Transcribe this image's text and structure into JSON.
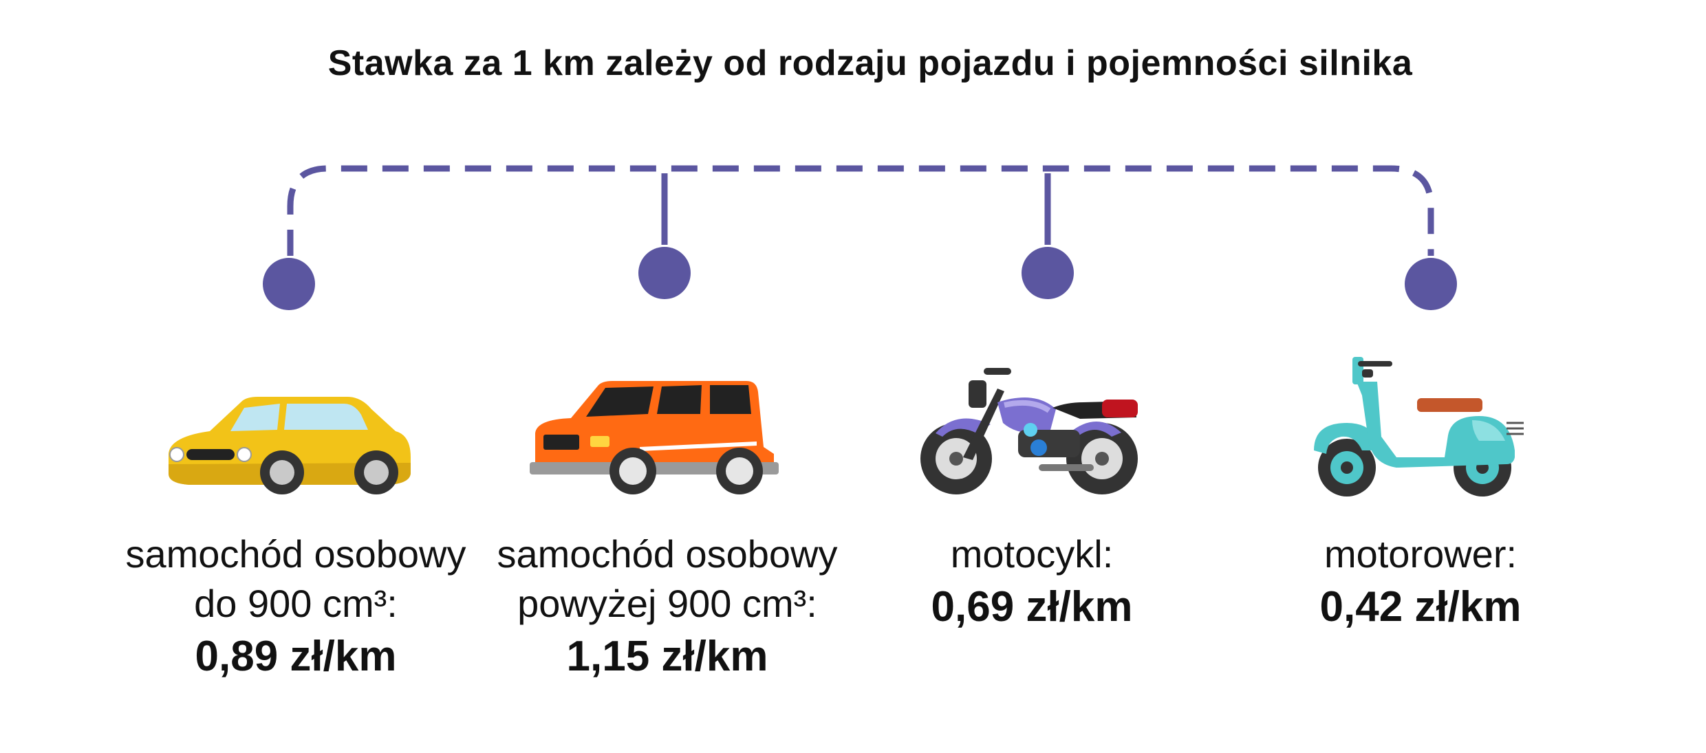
{
  "title": "Stawka za 1 km zależy od rodzaju pojazdu i pojemności silnika",
  "accent_color": "#5b56a0",
  "items": [
    {
      "vehicle": "car-small-icon",
      "line1": "samochód osobowy",
      "line2": "do 900 cm³:",
      "price": "0,89 zł/km",
      "color": "#f2c318"
    },
    {
      "vehicle": "suv-icon",
      "line1": "samochód osobowy",
      "line2": "powyżej 900 cm³:",
      "price": "1,15 zł/km",
      "color": "#ff6a13"
    },
    {
      "vehicle": "motorcycle-icon",
      "line1": "motocykl:",
      "price": "0,69 zł/km",
      "color": "#7b6fd0"
    },
    {
      "vehicle": "scooter-icon",
      "line1": "motorower:",
      "price": "0,42 zł/km",
      "color": "#4fc7c9"
    }
  ]
}
